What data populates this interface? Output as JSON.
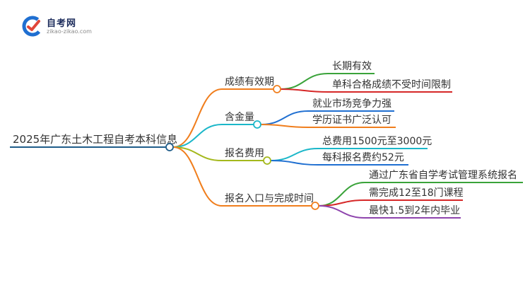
{
  "logo": {
    "title": "自考网",
    "subtitle": "zikao-zikao.com",
    "colors": {
      "blue": "#1f6fd1",
      "red": "#e0463a"
    }
  },
  "root": {
    "label": "2025年广东土木工程自考本科信息",
    "color": "#1f5d8a"
  },
  "branches": [
    {
      "label": "成绩有效期",
      "color": "#f07e1d",
      "children": [
        {
          "label": "长期有效",
          "color": "#3aa33a"
        },
        {
          "label": "单科合格成绩不受时间限制",
          "color": "#d62828"
        }
      ]
    },
    {
      "label": "含金量",
      "color": "#1bb7c9",
      "children": [
        {
          "label": "就业市场竞争力强",
          "color": "#1f6fd1"
        },
        {
          "label": "学历证书广泛认可",
          "color": "#f07e1d"
        }
      ]
    },
    {
      "label": "报名费用",
      "color": "#a4b81c",
      "children": [
        {
          "label": "总费用1500元至3000元",
          "color": "#1bb7c9"
        },
        {
          "label": "每科报名费约52元",
          "color": "#1f6fd1"
        }
      ]
    },
    {
      "label": "报名入口与完成时间",
      "color": "#f07e1d",
      "children": [
        {
          "label": "通过广东省自学考试管理系统报名",
          "color": "#3aa33a"
        },
        {
          "label": "需完成12至18门课程",
          "color": "#d62828"
        },
        {
          "label": "最快1.5到2年内毕业",
          "color": "#8e44ad"
        }
      ]
    }
  ]
}
